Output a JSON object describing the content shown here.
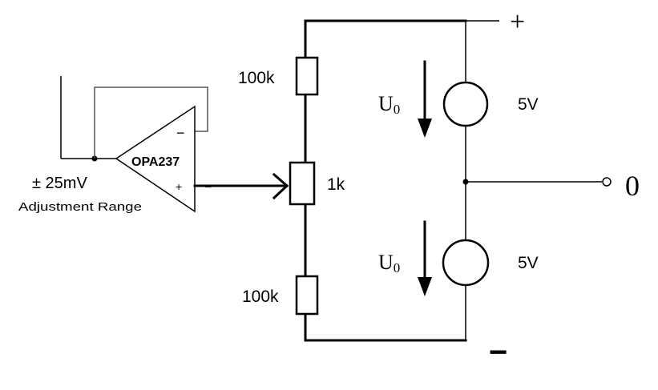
{
  "components": {
    "r_top": "100k",
    "pot": "1k",
    "r_bottom": "100k",
    "source_top": "5V",
    "source_bottom": "5V",
    "opamp": "OPA237"
  },
  "opamp_pins": {
    "minus": "−",
    "plus": "+",
    "output": "–"
  },
  "voltage_symbols": {
    "top": {
      "letter": "U",
      "subscript": "0"
    },
    "bottom": {
      "letter": "U",
      "subscript": "0"
    }
  },
  "terminals": {
    "positive": "+",
    "ground": "0",
    "negative": "−"
  },
  "annotations": {
    "range": "± 25mV",
    "range_caption": "Adjustment Range"
  }
}
